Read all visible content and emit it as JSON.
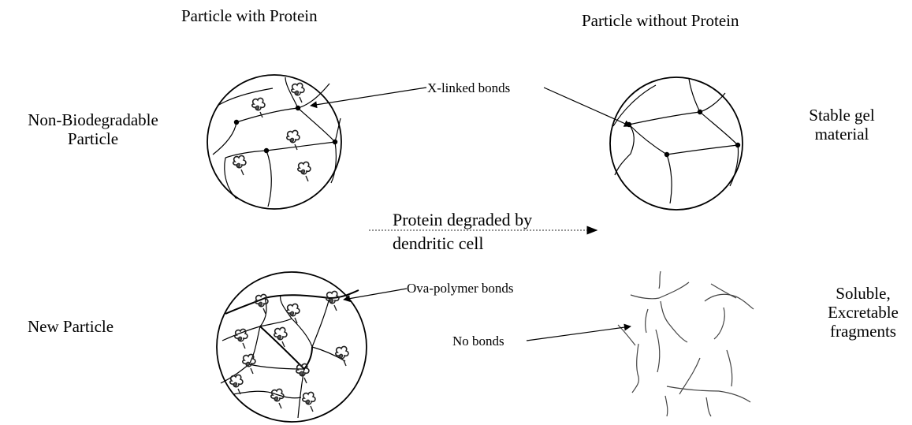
{
  "headers": {
    "left": "Particle with Protein",
    "right": "Particle without Protein"
  },
  "rows": {
    "top_left": [
      "Non-Biodegradable",
      "Particle"
    ],
    "top_right": [
      "Stable gel",
      "material"
    ],
    "bottom_left": "New Particle",
    "bottom_right": [
      "Soluble,",
      "Excretable",
      "fragments"
    ]
  },
  "annotations": {
    "xlinked": "X-linked bonds",
    "ova": "Ova-polymer bonds",
    "nobonds": "No bonds",
    "process": [
      "Protein degraded by",
      "dendritic cell"
    ]
  }
}
